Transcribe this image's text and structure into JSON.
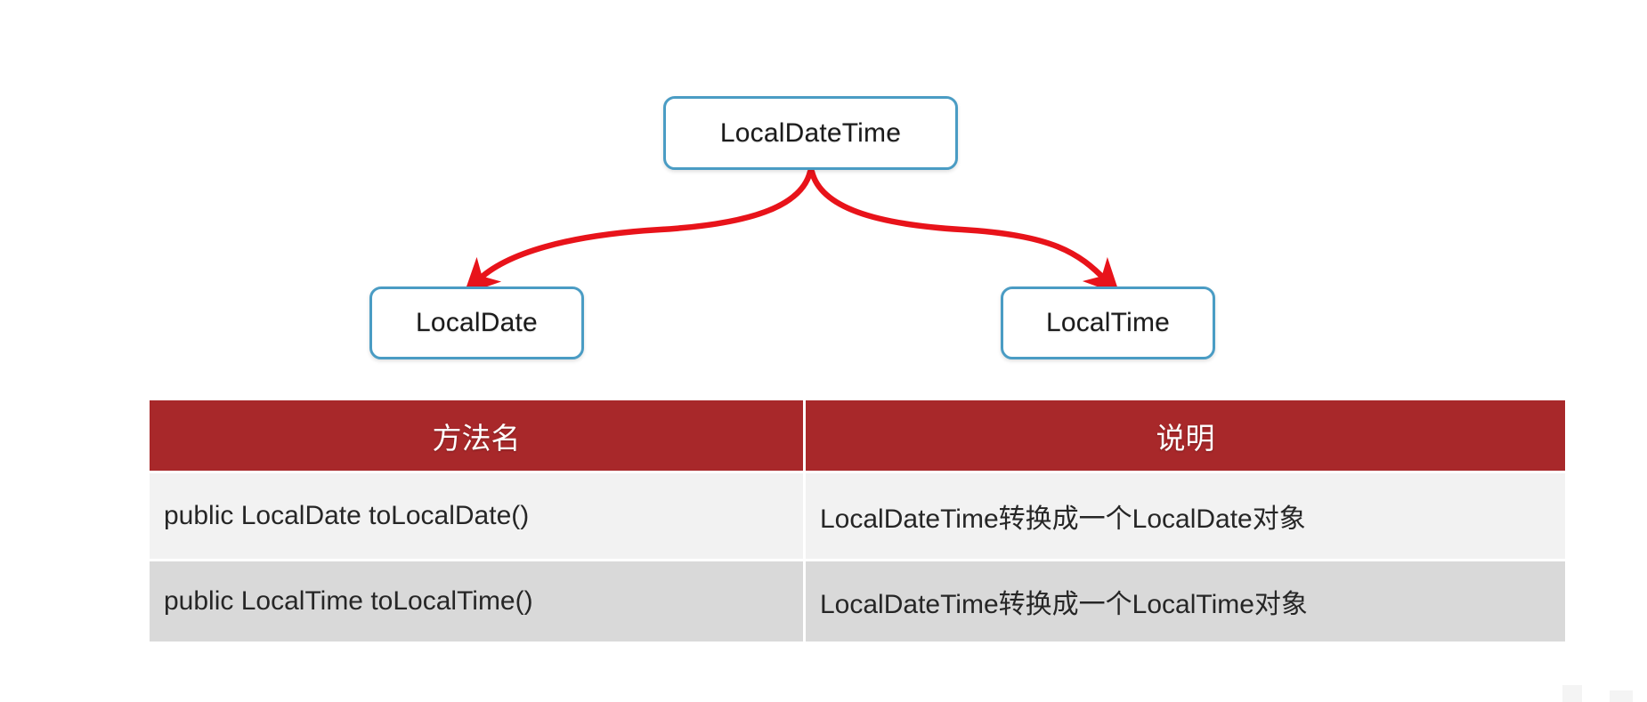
{
  "diagram": {
    "type": "class-relationship",
    "nodes": [
      {
        "id": "localdatetime",
        "label": "LocalDateTime"
      },
      {
        "id": "localdate",
        "label": "LocalDate"
      },
      {
        "id": "localtime",
        "label": "LocalTime"
      }
    ],
    "edges": [
      {
        "from": "LocalDateTime",
        "to": "LocalDate"
      },
      {
        "from": "LocalDateTime",
        "to": "LocalTime"
      }
    ],
    "colors": {
      "node_border": "#4a9cc4",
      "node_fill": "#ffffff",
      "node_text": "#1b1b1b",
      "arrow": "#e8131a"
    }
  },
  "table": {
    "headers": [
      "方法名",
      "说明"
    ],
    "rows": [
      {
        "method": "public LocalDate toLocalDate()",
        "description": "LocalDateTime转换成一个LocalDate对象"
      },
      {
        "method": "public LocalTime toLocalTime()",
        "description": "LocalDateTime转换成一个LocalTime对象"
      }
    ],
    "colors": {
      "header_bg": "#a8282a",
      "header_text": "#ffffff",
      "row_odd_bg": "#f2f2f2",
      "row_even_bg": "#d9d9d9",
      "cell_text": "#262626"
    }
  }
}
